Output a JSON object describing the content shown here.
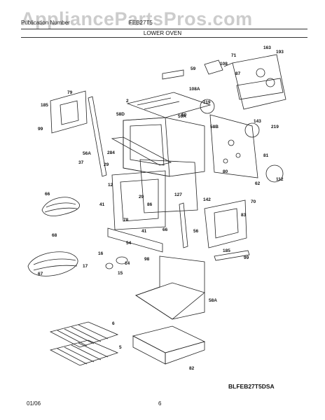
{
  "watermark": "AppliancePartsPros.com",
  "header": {
    "left": "Publication Number",
    "model_fragment": "FEB27T5"
  },
  "section_title": "LOWER OVEN",
  "model_code": "BLFEB27T5DSA",
  "footer": {
    "date": "01/06",
    "page": "6"
  },
  "part_labels": [
    "163",
    "193",
    "71",
    "108",
    "59",
    "87",
    "108A",
    "79",
    "185",
    "2",
    "119",
    "99",
    "58D",
    "60",
    "59A",
    "58B",
    "143",
    "219",
    "56A",
    "284",
    "81",
    "37",
    "29",
    "12",
    "80",
    "112",
    "62",
    "66",
    "127",
    "83",
    "29",
    "86",
    "142",
    "70",
    "41",
    "78",
    "41",
    "66",
    "56",
    "68",
    "54",
    "16",
    "14",
    "17",
    "15",
    "98",
    "185",
    "67",
    "99",
    "58A",
    "6",
    "5",
    "82"
  ]
}
